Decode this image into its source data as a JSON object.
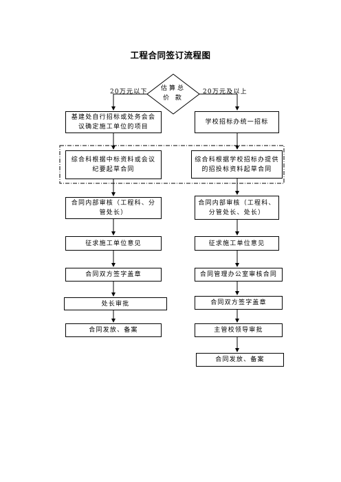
{
  "title": "工程合同签订流程图",
  "decision": {
    "line1": "估算总",
    "line2": "价 款"
  },
  "branch_left_label": "20万元以下",
  "branch_right_label": "20万元及以上",
  "left_flow": [
    "基建处自行招标或处务会会议确定施工单位的项目",
    "综合科根据中标资料或会议纪要起草合同",
    "合同内部审核（工程科、分管处长）",
    "征求施工单位意见",
    "合同双方签字盖章",
    "处长审批",
    "合同发放、备案"
  ],
  "right_flow": [
    "学校招标办统一招标",
    "综合科根据学校招标办提供的招投标资料起草合同",
    "合同内部审核（工程科、分管处长、处长）",
    "征求施工单位意见",
    "合同管理办公室审核合同",
    "合同双方签字盖章",
    "主管校领导审批",
    "合同发放、备案"
  ]
}
